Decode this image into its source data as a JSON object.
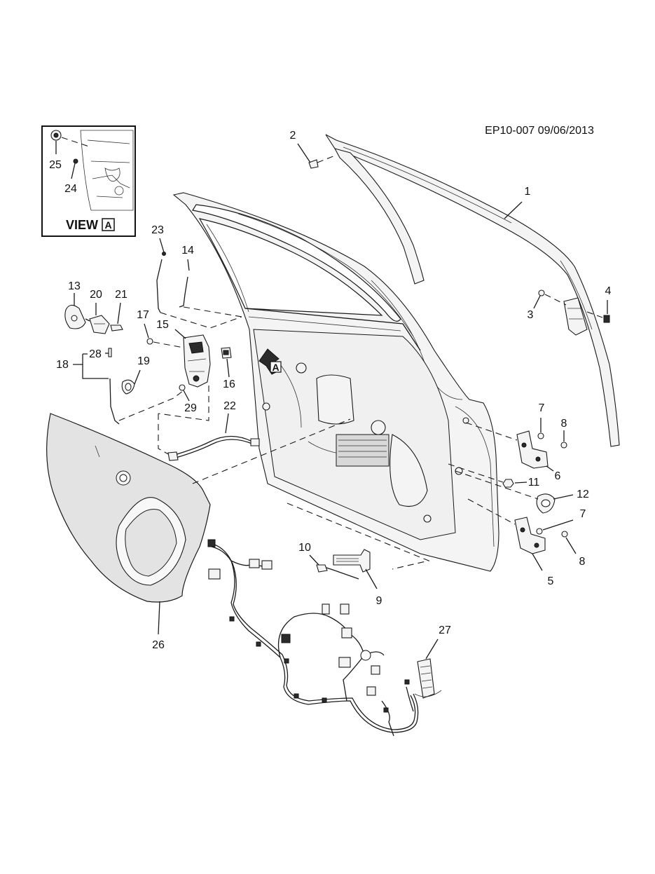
{
  "reference": "EP10-007 09/06/2013",
  "inset": {
    "view_word": "VIEW",
    "view_letter": "A"
  },
  "arrow_letter": "A",
  "callouts": {
    "c1": "1",
    "c2": "2",
    "c3": "3",
    "c4": "4",
    "c5": "5",
    "c6": "6",
    "c7a": "7",
    "c7b": "7",
    "c8a": "8",
    "c8b": "8",
    "c9": "9",
    "c10": "10",
    "c11": "11",
    "c12": "12",
    "c13": "13",
    "c14": "14",
    "c15": "15",
    "c16": "16",
    "c17": "17",
    "c18": "18",
    "c19": "19",
    "c20": "20",
    "c21": "21",
    "c22": "22",
    "c23": "23",
    "c24": "24",
    "c25": "25",
    "c26": "26",
    "c27": "27",
    "c28": "28",
    "c29": "29"
  }
}
